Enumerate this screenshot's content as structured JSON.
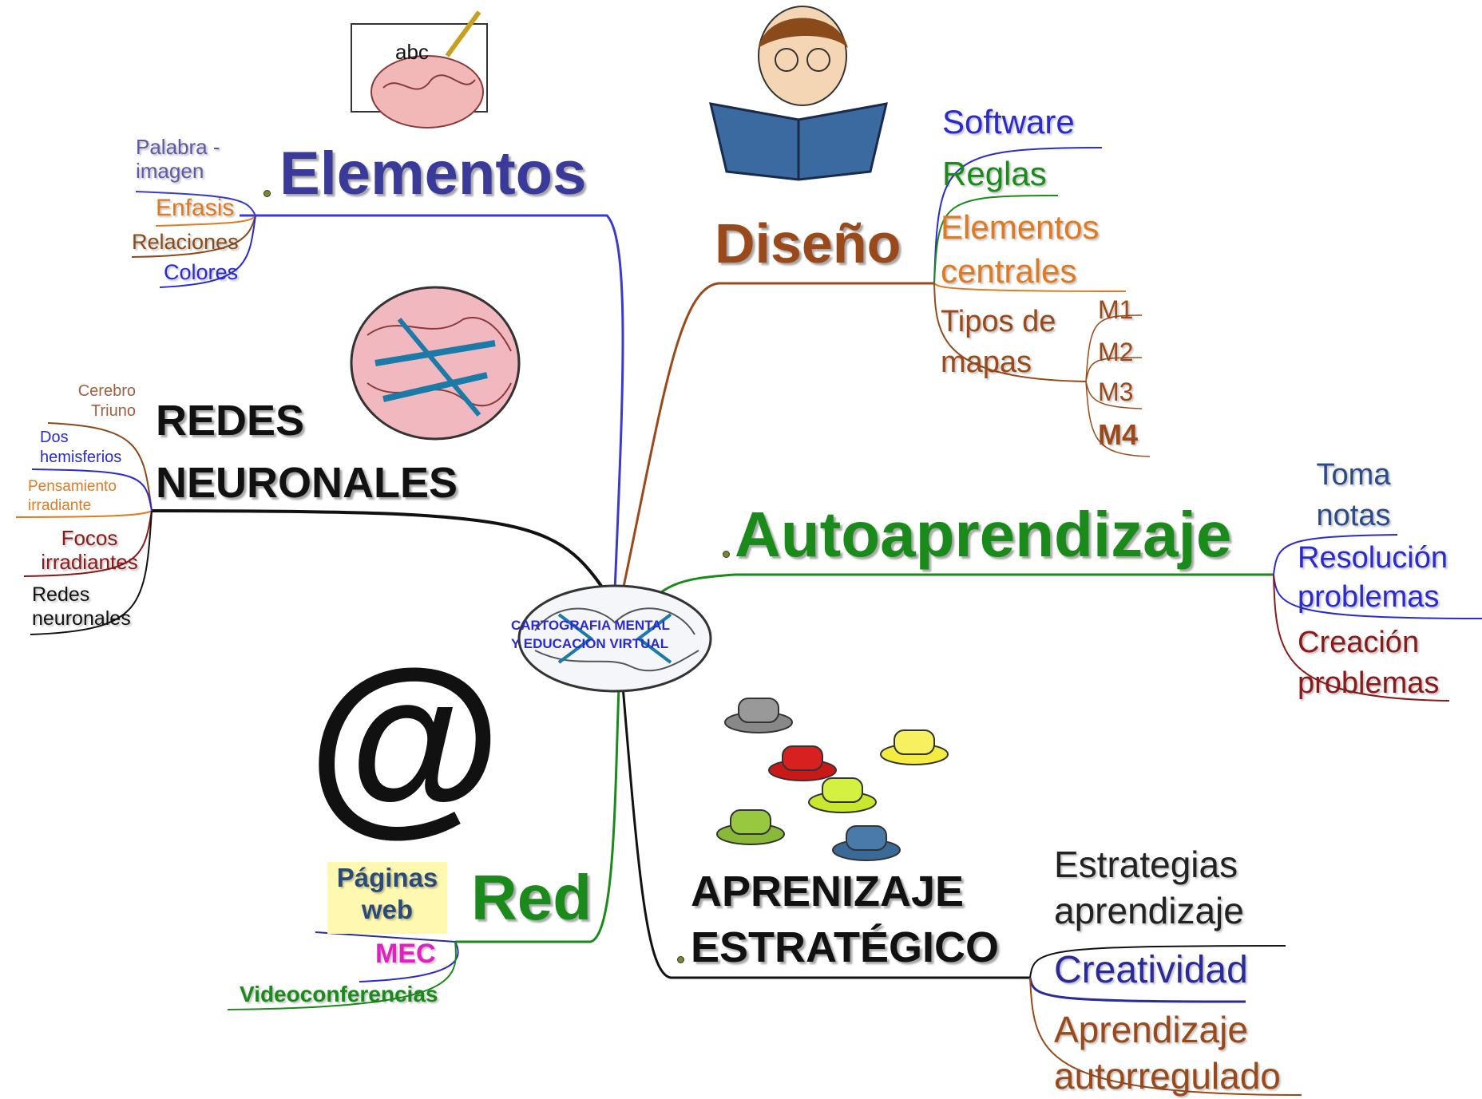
{
  "center": {
    "label_line1": "CARTOGRAFIA MENTAL",
    "label_line2": "Y EDUCACION VIRTUAL"
  },
  "branches": {
    "elementos": {
      "title": "Elementos",
      "color": "#3a3a9a",
      "items": [
        "Palabra - imagen",
        "Enfasis",
        "Relaciones",
        "Colores"
      ],
      "item_colors": [
        "#5a5aa8",
        "#e07a20",
        "#8a4a1a",
        "#2a2ad0"
      ],
      "illustration": "brain-writing-icon",
      "illustration_text": "abc"
    },
    "redes": {
      "title_line1": "REDES",
      "title_line2": "NEURONALES",
      "color": "#111111",
      "items": [
        "Cerebro Triuno",
        "Dos hemisferios",
        "Pensamiento irradiante",
        "Focos irradiantes",
        "Redes neuronales"
      ],
      "illustration": "brain-network-icon"
    },
    "red": {
      "title": "Red",
      "color": "#1a8a1a",
      "items": [
        "Páginas web",
        "MEC",
        "Videoconferencias"
      ],
      "illustration": "at-sign-icon"
    },
    "diseno": {
      "title": "Diseño",
      "color": "#9a4a1a",
      "items": [
        "Software",
        "Reglas",
        "Elementos centrales",
        "Tipos de mapas"
      ],
      "sub_items": [
        "M1",
        "M2",
        "M3",
        "M4"
      ],
      "illustration": "reading-boy-icon"
    },
    "autoaprendizaje": {
      "title": "Autoaprendizaje",
      "color": "#1a8a1a",
      "items": [
        "Toma notas",
        "Resolución problemas",
        "Creación problemas"
      ]
    },
    "estrategico": {
      "title_line1": "APRENIZAJE",
      "title_line2": "ESTRATÉGICO",
      "color": "#111111",
      "items": [
        "Estrategias aprendizaje",
        "Creatividad",
        "Aprendizaje autorregulado"
      ],
      "illustration": "six-hats-icon"
    }
  }
}
